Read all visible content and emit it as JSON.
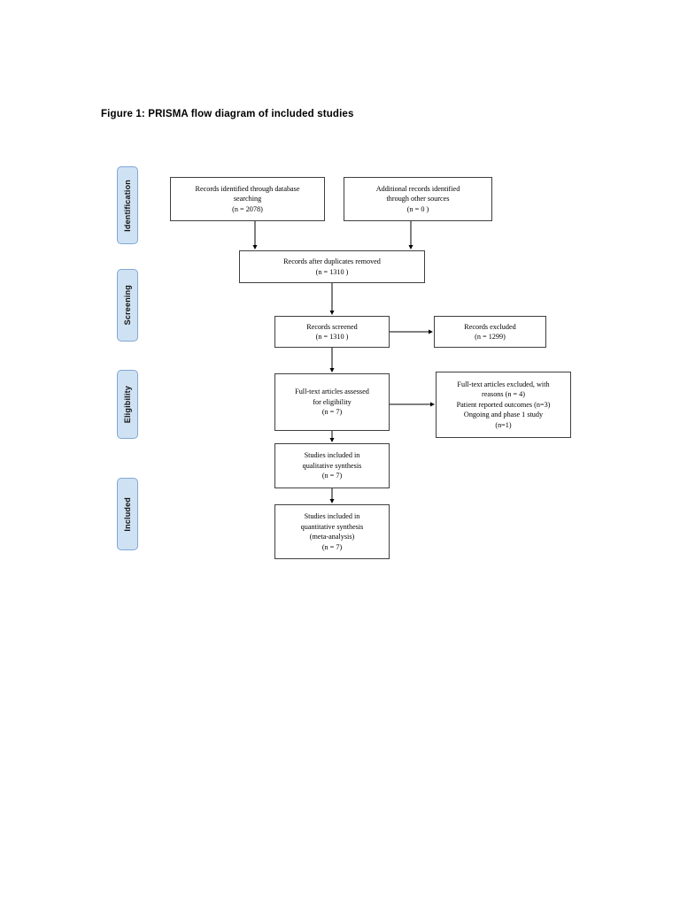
{
  "figure": {
    "title": "Figure 1: PRISMA flow diagram of included studies"
  },
  "colors": {
    "stage_fill": "#cfe2f3",
    "stage_border": "#7fa8d4",
    "box_border": "#3f3f3f",
    "box_fill": "#ffffff",
    "connector": "#000000",
    "page_background": "#ffffff"
  },
  "stages": [
    {
      "id": "identification",
      "label": "Identification"
    },
    {
      "id": "screening",
      "label": "Screening"
    },
    {
      "id": "eligibility",
      "label": "Eligibility"
    },
    {
      "id": "included",
      "label": "Included"
    }
  ],
  "boxes": {
    "database_search": {
      "lines": [
        "Records identified through database",
        "searching",
        "(n = 2078)"
      ]
    },
    "other_sources": {
      "lines": [
        "Additional records identified",
        "through other sources",
        "(n = 0 )"
      ]
    },
    "duplicates_removed": {
      "lines": [
        "Records after duplicates removed",
        "(n =  1310 )"
      ]
    },
    "records_screened": {
      "lines": [
        "Records screened",
        "(n = 1310  )"
      ]
    },
    "records_excluded": {
      "lines": [
        "Records excluded",
        "(n = 1299)"
      ]
    },
    "fulltext_assessed": {
      "lines": [
        "Full-text articles assessed",
        "for eligibility",
        "(n = 7)"
      ]
    },
    "fulltext_excluded": {
      "lines": [
        "Full-text articles excluded, with",
        "reasons (n = 4)",
        "Patient reported outcomes (n=3)",
        "Ongoing and phase 1 study",
        "(n=1)"
      ]
    },
    "qualitative_synthesis": {
      "lines": [
        "Studies included in",
        "qualitative synthesis",
        "(n = 7)"
      ]
    },
    "quantitative_synthesis": {
      "lines": [
        "Studies included in",
        "quantitative synthesis",
        "(meta-analysis)",
        "(n = 7)"
      ]
    }
  },
  "chart_data": {
    "type": "diagram",
    "title": "Figure 1: PRISMA flow diagram of included studies",
    "diagram_kind": "PRISMA flow diagram",
    "stages": [
      "Identification",
      "Screening",
      "Eligibility",
      "Included"
    ],
    "nodes": [
      {
        "id": "database_search",
        "stage": "Identification",
        "label": "Records identified through database searching",
        "n": 2078
      },
      {
        "id": "other_sources",
        "stage": "Identification",
        "label": "Additional records identified through other sources",
        "n": 0
      },
      {
        "id": "duplicates_removed",
        "stage": "Identification",
        "label": "Records after duplicates removed",
        "n": 1310
      },
      {
        "id": "records_screened",
        "stage": "Screening",
        "label": "Records screened",
        "n": 1310
      },
      {
        "id": "records_excluded",
        "stage": "Screening",
        "label": "Records excluded",
        "n": 1299
      },
      {
        "id": "fulltext_assessed",
        "stage": "Eligibility",
        "label": "Full-text articles assessed for eligibility",
        "n": 7
      },
      {
        "id": "fulltext_excluded",
        "stage": "Eligibility",
        "label": "Full-text articles excluded, with reasons",
        "n": 4,
        "reasons": [
          {
            "label": "Patient reported outcomes",
            "n": 3
          },
          {
            "label": "Ongoing and phase 1 study",
            "n": 1
          }
        ]
      },
      {
        "id": "qualitative_synthesis",
        "stage": "Included",
        "label": "Studies included in qualitative synthesis",
        "n": 7
      },
      {
        "id": "quantitative_synthesis",
        "stage": "Included",
        "label": "Studies included in quantitative synthesis (meta-analysis)",
        "n": 7
      }
    ],
    "edges": [
      {
        "from": "database_search",
        "to": "duplicates_removed",
        "direction": "down"
      },
      {
        "from": "other_sources",
        "to": "duplicates_removed",
        "direction": "down"
      },
      {
        "from": "duplicates_removed",
        "to": "records_screened",
        "direction": "down"
      },
      {
        "from": "records_screened",
        "to": "records_excluded",
        "direction": "right"
      },
      {
        "from": "records_screened",
        "to": "fulltext_assessed",
        "direction": "down"
      },
      {
        "from": "fulltext_assessed",
        "to": "fulltext_excluded",
        "direction": "right"
      },
      {
        "from": "fulltext_assessed",
        "to": "qualitative_synthesis",
        "direction": "down"
      },
      {
        "from": "qualitative_synthesis",
        "to": "quantitative_synthesis",
        "direction": "down"
      }
    ]
  }
}
